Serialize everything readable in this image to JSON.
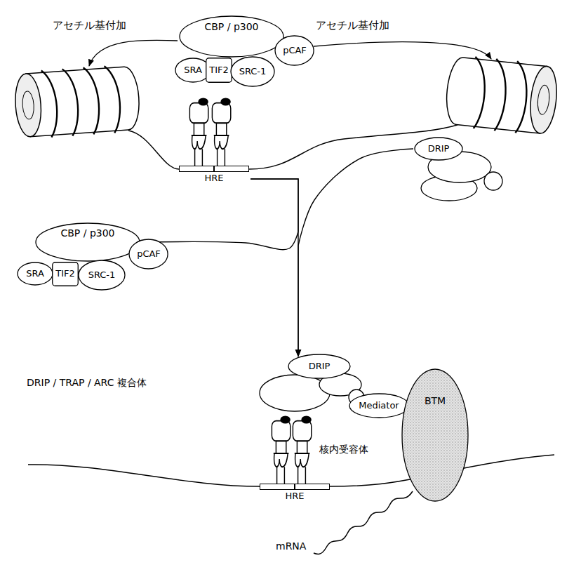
{
  "diagram": {
    "nodes": [
      {
        "text": [
          "CBP / p300"
        ]
      },
      {
        "text": [
          "pCAF"
        ]
      },
      {
        "text": [
          "SRA"
        ]
      },
      {
        "text": [
          "TIF2"
        ]
      },
      {
        "text": [
          "SRC-1"
        ]
      },
      {
        "text": [
          "HRE"
        ]
      },
      {
        "text": [
          "DRIP"
        ]
      },
      {
        "text": [
          "CBP / p300"
        ]
      },
      {
        "text": [
          "pCAF"
        ]
      },
      {
        "text": [
          "SRA"
        ]
      },
      {
        "text": [
          "TIF2"
        ]
      },
      {
        "text": [
          "SRC-1"
        ]
      },
      {
        "text": [
          "DRIP"
        ]
      },
      {
        "text": [
          "Mediator"
        ]
      },
      {
        "text": [
          "BTM"
        ]
      },
      {
        "text": [
          "HRE"
        ]
      }
    ],
    "edges": [
      {
        "from": 5,
        "to": 12,
        "arrow": "to"
      },
      {
        "from": 6,
        "to": 12,
        "arrow": "to"
      },
      {
        "from": 5,
        "to": 7,
        "arrow": "to"
      }
    ],
    "labels": [
      "アセチル基付加",
      "アセチル基付加",
      "DRIP / TRAP / ARC 複合体",
      "核内受容体",
      "mRNA"
    ]
  }
}
